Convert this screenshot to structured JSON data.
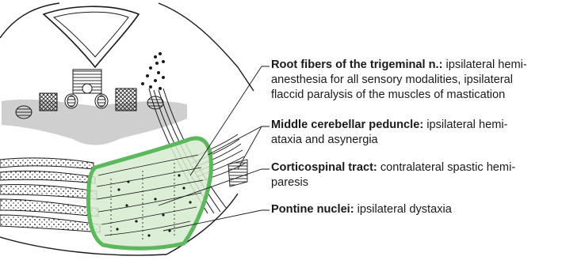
{
  "labels": [
    {
      "term": "Root fibers of the trigeminal n.:",
      "description_line1": " ipsilateral hemi-",
      "description_line2": "anesthesia for all sensory modalities, ipsilateral",
      "description_line3": "flaccid paralysis of the muscles of mastication"
    },
    {
      "term": "Middle cerebellar peduncle:",
      "description_line1": " ipsilateral hemi-",
      "description_line2": "ataxia and asynergia"
    },
    {
      "term": "Corticospinal tract:",
      "description_line1": " contralateral spastic hemi-",
      "description_line2": "paresis"
    },
    {
      "term": "Pontine nuclei:",
      "description_line1": " ipsilateral dystaxia"
    }
  ],
  "colors": {
    "lesion_outline": "#5cb85c",
    "lesion_fill": "#d7ebcf",
    "gray_matter": "#cfcfcf",
    "line": "#1a1a1a"
  }
}
